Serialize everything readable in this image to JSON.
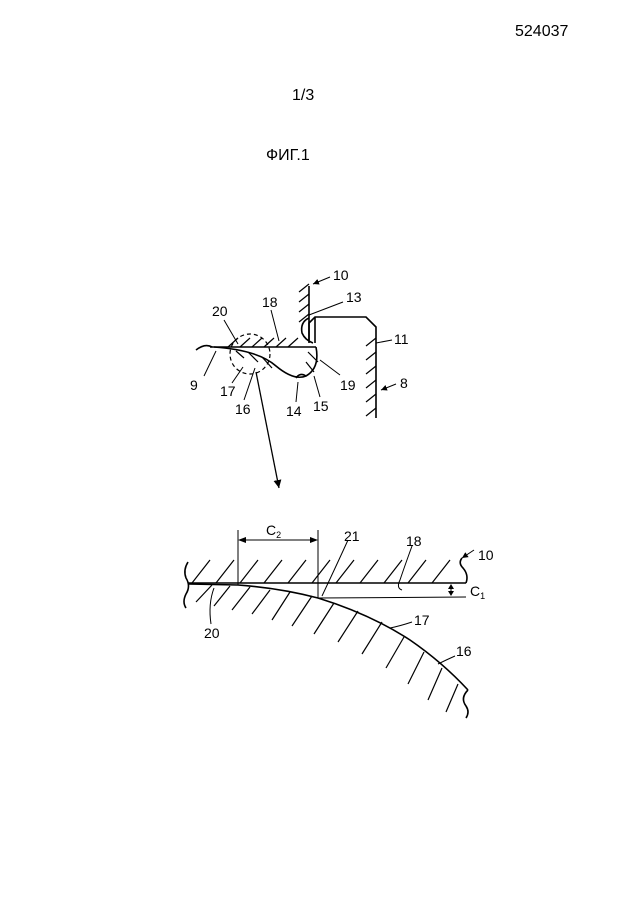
{
  "header": {
    "document_number": "524037",
    "sheet": "1/3",
    "figure_title": "ФИГ.1"
  },
  "figure_labels": {
    "l10": "10",
    "l13": "13",
    "l18": "18",
    "l20": "20",
    "l11": "11",
    "l9": "9",
    "l17": "17",
    "l19": "19",
    "l8": "8",
    "l16": "16",
    "l14": "14",
    "l15": "15",
    "d_c2": "C",
    "d_c2_sub": "2",
    "d_21": "21",
    "d_18": "18",
    "d_10": "10",
    "d_c1": "C",
    "d_c1_sub": "1",
    "d_20": "20",
    "d_17": "17",
    "d_16": "16"
  },
  "colors": {
    "ink": "#000000",
    "paper": "#ffffff"
  }
}
